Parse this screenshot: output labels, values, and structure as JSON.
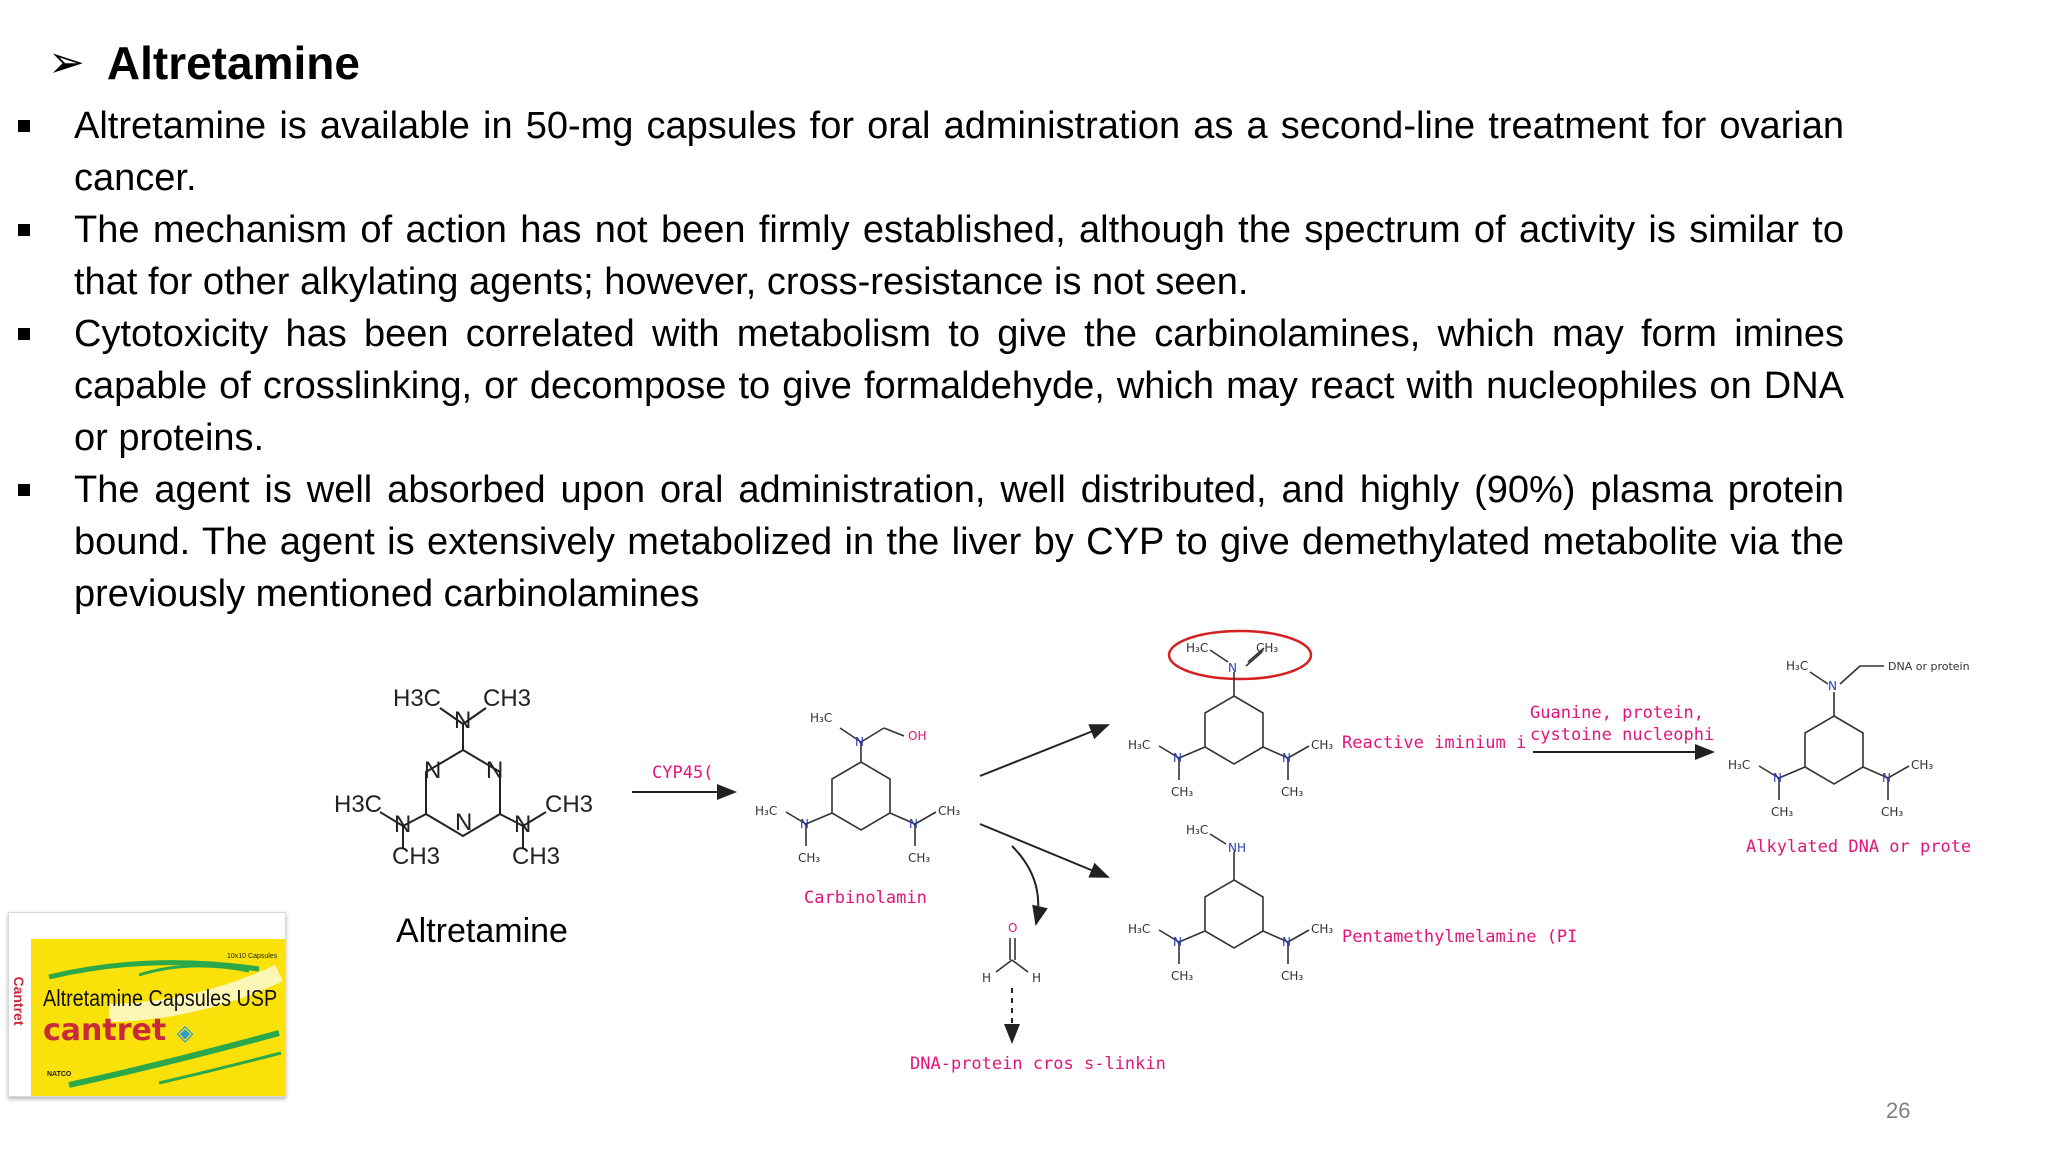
{
  "slide": {
    "title": "Altretamine",
    "arrow_glyph": "➢",
    "bullets": [
      "Altretamine is available in 50-mg capsules for oral administration as a second-line treatment for ovarian cancer.",
      "The mechanism of action has not been firmly established, although the spectrum of activity is similar to that for other alkylating agents; however, cross-resistance is not seen.",
      "Cytotoxicity has been correlated with metabolism to give the carbinolamines, which may form imines capable of crosslinking, or decompose to give formaldehyde, which may react with nucleophiles on DNA or proteins.",
      "The agent is well absorbed upon oral administration, well distributed, and highly (90%) plasma protein bound. The agent is extensively metabolized in the liver by CYP to give demethylated metabolite via the previously mentioned carbinolamines"
    ],
    "page_number": "26"
  },
  "scheme": {
    "altretamine_label": "Altretamine",
    "cyp_label": "CYP45(",
    "carbinolamine_label": "Carbinolamin",
    "reactive_label": "Reactive iminium i",
    "nucleophile_label_1": "Guanine, protein,",
    "nucleophile_label_2": "cystoine nucleophi",
    "alkylated_label": "Alkylated DNA or prote",
    "pentamethyl_label": "Pentamethylmelamine (PI",
    "crosslink_label": "DNA-protein cros s-linkin",
    "dna_protein_label": "DNA or protein",
    "atoms": {
      "h3c": "H3C",
      "ch3": "CH3",
      "n": "N",
      "nh": "NH",
      "oh": "OH",
      "o": "O",
      "h": "H",
      "hc": "H₃C",
      "chs": "CH₃"
    },
    "accent_color": "#e0147c",
    "circle_color": "#d42020"
  },
  "product": {
    "name": "Altretamine Capsules USP",
    "brand": "cantret",
    "side_text": "Cantret",
    "pack_text": "10x10 Capsules",
    "maker": "NATCO"
  }
}
